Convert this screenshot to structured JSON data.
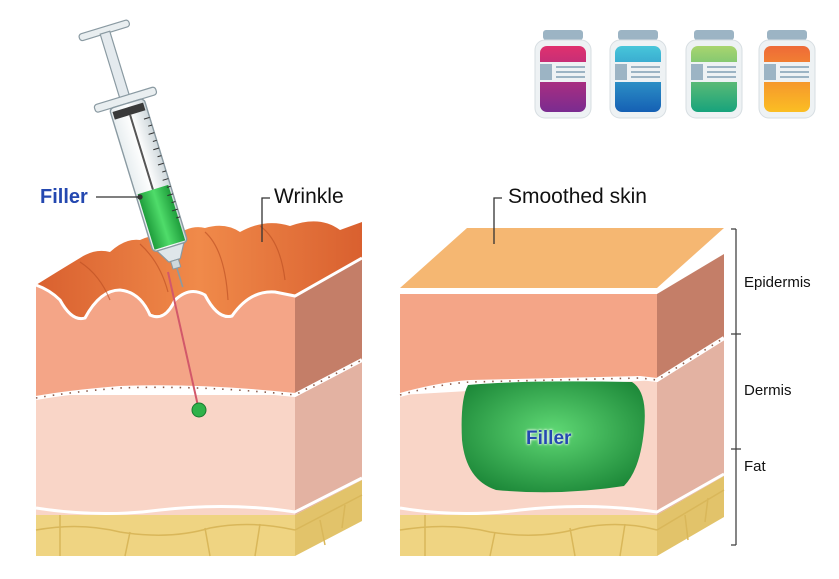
{
  "labels": {
    "filler_syringe": "Filler",
    "wrinkle": "Wrinkle",
    "smoothed_skin": "Smoothed skin",
    "epidermis": "Epidermis",
    "dermis": "Dermis",
    "fat": "Fat",
    "filler_pocket": "Filler"
  },
  "colors": {
    "epidermis_top": "#f5b772",
    "epidermis_front": "#f4a587",
    "epidermis_side": "#c47e68",
    "dermis_front": "#f9d5c7",
    "dermis_side": "#e3b2a2",
    "fat": "#efd482",
    "filler": "#3bbd55",
    "filler_label": "#2448b0"
  },
  "vials": [
    {
      "name": "pink-purple-vial",
      "top": "#e0306e",
      "bottom": "#7a2c90"
    },
    {
      "name": "cyan-blue-vial",
      "top": "#47c6da",
      "bottom": "#1560b4"
    },
    {
      "name": "lime-green-vial",
      "top": "#a9d56e",
      "bottom": "#17a37c"
    },
    {
      "name": "orange-yellow-vial",
      "top": "#ee6a38",
      "bottom": "#fbbe23"
    }
  ]
}
